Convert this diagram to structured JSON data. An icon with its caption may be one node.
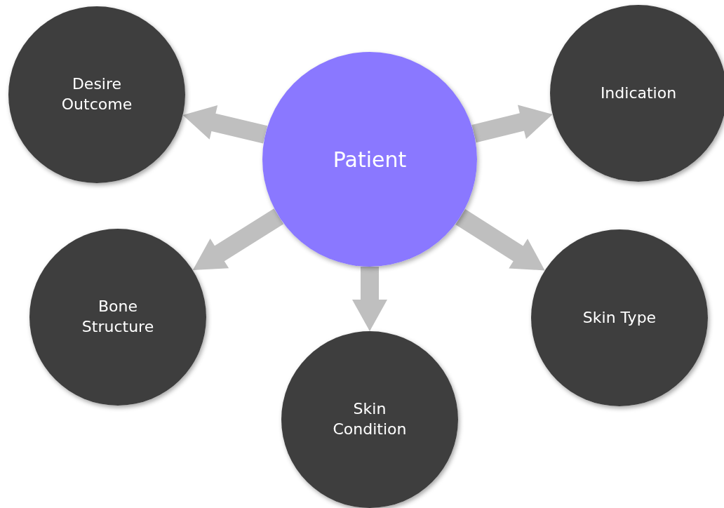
{
  "diagram": {
    "nodes": [
      {
        "text": [
          "Patient"
        ]
      },
      {
        "text": [
          "Desire Outcome"
        ]
      },
      {
        "text": [
          "Indication"
        ]
      },
      {
        "text": [
          "Bone Structure"
        ]
      },
      {
        "text": [
          "Skin Type"
        ]
      },
      {
        "text": [
          "Skin Condition"
        ]
      }
    ],
    "edges": [
      {
        "from": 0,
        "to": 1,
        "arrow": "to"
      },
      {
        "from": 0,
        "to": 2,
        "arrow": "to"
      },
      {
        "from": 0,
        "to": 3,
        "arrow": "to"
      },
      {
        "from": 0,
        "to": 4,
        "arrow": "to"
      },
      {
        "from": 0,
        "to": 5,
        "arrow": "to"
      }
    ]
  }
}
